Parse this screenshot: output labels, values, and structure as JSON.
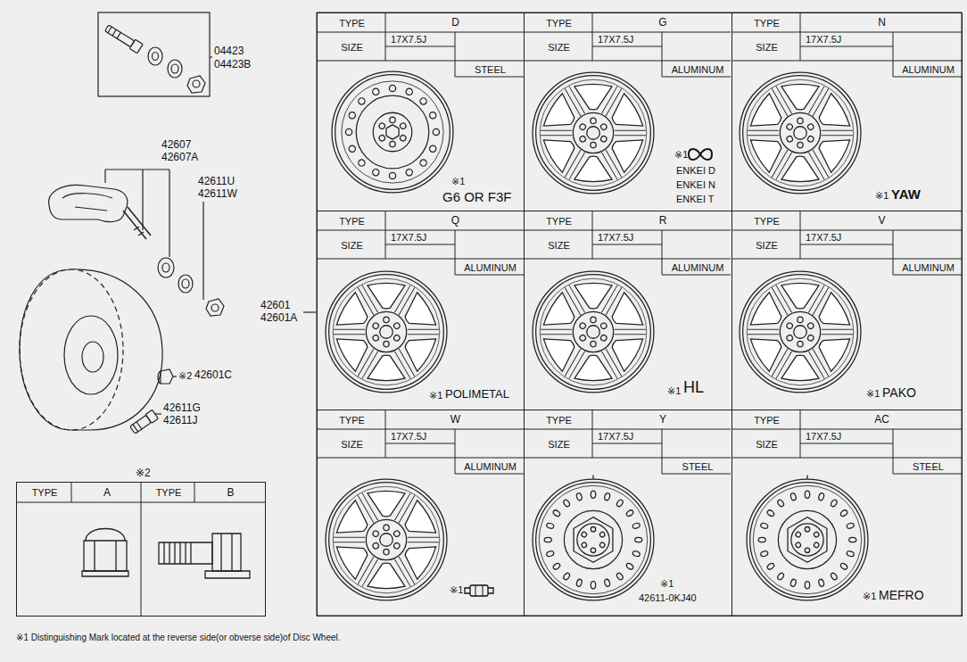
{
  "diagram": {
    "nodes": [
      {
        "text": [
          "TYPE",
          "D",
          "SIZE",
          "17X7.5J",
          "STEEL",
          "※1",
          "G6 OR F3F"
        ]
      },
      {
        "text": [
          "TYPE",
          "G",
          "SIZE",
          "17X7.5J",
          "ALUMINUM",
          "※1",
          "ENKEI D",
          "ENKEI N",
          "ENKEI T"
        ]
      },
      {
        "text": [
          "TYPE",
          "N",
          "SIZE",
          "17X7.5J",
          "ALUMINUM",
          "※1",
          "YAW"
        ]
      },
      {
        "text": [
          "TYPE",
          "Q",
          "SIZE",
          "17X7.5J",
          "ALUMINUM",
          "※1",
          "POLIMETAL"
        ]
      },
      {
        "text": [
          "TYPE",
          "R",
          "SIZE",
          "17X7.5J",
          "ALUMINUM",
          "※1",
          "HL"
        ]
      },
      {
        "text": [
          "TYPE",
          "V",
          "SIZE",
          "17X7.5J",
          "ALUMINUM",
          "※1",
          "PAKO"
        ]
      },
      {
        "text": [
          "TYPE",
          "W",
          "SIZE",
          "17X7.5J",
          "ALUMINUM",
          "※1"
        ]
      },
      {
        "text": [
          "TYPE",
          "Y",
          "SIZE",
          "17X7.5J",
          "STEEL",
          "※1",
          "42611-0KJ40"
        ]
      },
      {
        "text": [
          "TYPE",
          "AC",
          "SIZE",
          "17X7.5J",
          "STEEL",
          "※1",
          "MEFRO"
        ]
      },
      {
        "text": [
          "※2",
          "TYPE",
          "A",
          "TYPE",
          "B"
        ]
      }
    ],
    "labels": [
      "04423",
      "04423B",
      "42607",
      "42607A",
      "42611U",
      "42611W",
      "42601",
      "42601A",
      "※2",
      "42601C",
      "42611G",
      "42611J",
      "※1 Distinguishing Mark located at the reverse side(or obverse side)of Disc Wheel."
    ]
  }
}
